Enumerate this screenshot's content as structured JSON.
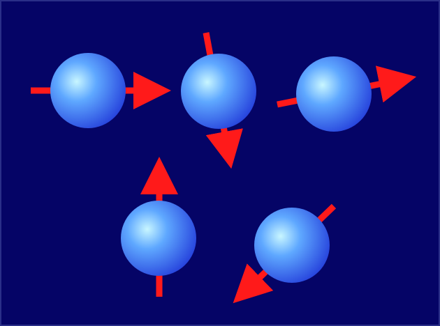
{
  "colors": {
    "background": "#050466",
    "border": "#2a2f88",
    "sphere_highlight": "#c8f6ff",
    "sphere_mid": "#5fa8ff",
    "sphere_edge": "#1f36d8",
    "arrow": "#ff1a1a"
  },
  "spins": [
    {
      "id": "spin-1",
      "direction": "right"
    },
    {
      "id": "spin-2",
      "direction": "down"
    },
    {
      "id": "spin-3",
      "direction": "right"
    },
    {
      "id": "spin-4",
      "direction": "up"
    },
    {
      "id": "spin-5",
      "direction": "down-left"
    }
  ]
}
